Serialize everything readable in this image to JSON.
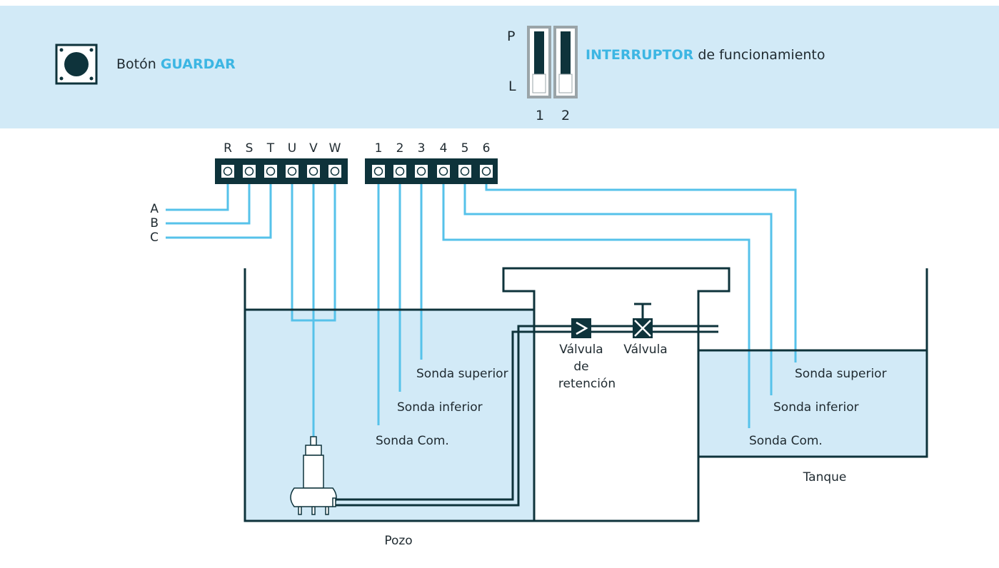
{
  "header": {
    "save_button": {
      "prefix": "Botón ",
      "highlight": "GUARDAR"
    },
    "switch": {
      "highlight": "INTERRUPTOR",
      "suffix": " de funcionamiento",
      "top_label": "P",
      "bottom_label": "L",
      "numbers": [
        "1",
        "2"
      ]
    }
  },
  "terminals": {
    "power": [
      "R",
      "S",
      "T",
      "U",
      "V",
      "W"
    ],
    "probes": [
      "1",
      "2",
      "3",
      "4",
      "5",
      "6"
    ]
  },
  "supply_lines": [
    "A",
    "B",
    "C"
  ],
  "well": {
    "label": "Pozo",
    "probe_top": "Sonda superior",
    "probe_bottom": "Sonda inferior",
    "probe_common": "Sonda Com."
  },
  "tank": {
    "label": "Tanque",
    "probe_top": "Sonda superior",
    "probe_bottom": "Sonda inferior",
    "probe_common": "Sonda Com."
  },
  "valves": {
    "check_valve": [
      "Válvula",
      "de",
      "retención"
    ],
    "gate_valve": "Válvula"
  },
  "colors": {
    "header_bg": "#d2eaf7",
    "water": "#d2eaf7",
    "dark": "#0e333b",
    "wire": "#56c2ea",
    "accent": "#3cb6e3"
  }
}
